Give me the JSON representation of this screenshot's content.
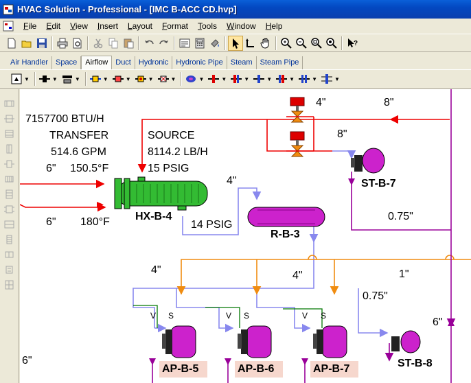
{
  "window": {
    "title": "HVAC Solution - Professional - [IMC B-ACC CD.hvp]"
  },
  "menu": {
    "items": [
      {
        "ul": "F",
        "rest": "ile"
      },
      {
        "ul": "E",
        "rest": "dit"
      },
      {
        "ul": "V",
        "rest": "iew"
      },
      {
        "ul": "I",
        "rest": "nsert"
      },
      {
        "ul": "L",
        "rest": "ayout"
      },
      {
        "ul": "F",
        "rest": "ormat"
      },
      {
        "ul": "T",
        "rest": "ools"
      },
      {
        "ul": "W",
        "rest": "indow"
      },
      {
        "ul": "H",
        "rest": "elp"
      }
    ]
  },
  "toolbar": {
    "icons": [
      "new-icon",
      "open-icon",
      "save-icon",
      "print-icon",
      "print-preview-icon",
      "cut-icon",
      "copy-icon",
      "paste-icon",
      "undo-icon",
      "redo-icon",
      "properties-icon",
      "calculator-icon",
      "paint-icon",
      "pointer-icon",
      "connect-icon",
      "pan-hand-icon",
      "zoom-in-icon",
      "zoom-out-icon",
      "zoom-fit-icon",
      "zoom-window-icon",
      "help-icon"
    ]
  },
  "tabs": {
    "items": [
      "Air Handler",
      "Space",
      "Airflow",
      "Duct",
      "Hydronic",
      "Hydronic Pipe",
      "Steam",
      "Steam Pipe"
    ],
    "active": "Airflow"
  },
  "colors": {
    "steam": "#ee0000",
    "condensate": "#8888ee",
    "hot_water": "#f08c10",
    "supply": "#990099",
    "green_loop": "#007700",
    "equipment_green": "#33bb33",
    "equipment_purple": "#cc22cc",
    "label_bg": "#f6d7cd"
  },
  "diagram": {
    "hx_info": {
      "line1": "7157700 BTU/H",
      "line2": "TRANSFER",
      "line3": "514.6 GPM",
      "line4_a": "6\"",
      "line4_b": "150.5°F",
      "bottom_a": "6\"",
      "bottom_b": "180°F"
    },
    "source_info": {
      "line1": "SOURCE",
      "line2": "8114.2 LB/H",
      "line3": "15 PSIG"
    },
    "pipe_labels": {
      "valve_top": "4\"",
      "top_right": "8\"",
      "mid_right": "8\"",
      "hx_to_r": "4\"",
      "psig_14": "14 PSIG",
      "st_b7_branch": "0.75\"",
      "hw_4_left": "4\"",
      "hw_4_mid": "4\"",
      "hw_1": "1\"",
      "cond_075": "0.75\"",
      "supply_6": "6\"",
      "left_6": "6\"",
      "v1": "V",
      "s1": "S",
      "v2": "V",
      "s2": "S",
      "v3": "V",
      "s3": "S"
    },
    "equipment": {
      "hx": "HX-B-4",
      "receiver": "R-B-3",
      "trap_7": "ST-B-7",
      "trap_8": "ST-B-8",
      "ap5": "AP-B-5",
      "ap6": "AP-B-6",
      "ap7": "AP-B-7"
    }
  }
}
